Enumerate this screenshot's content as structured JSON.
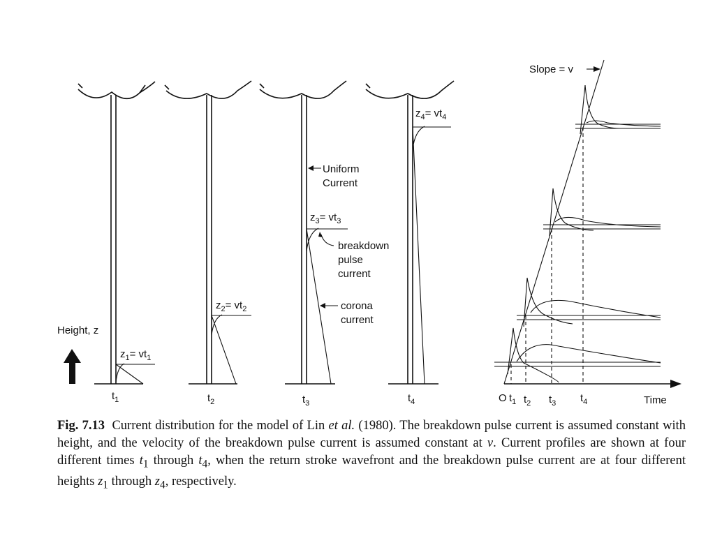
{
  "figure": {
    "panels": [
      {
        "time_label": "t",
        "time_sub": "1",
        "z_label": "z",
        "z_sub": "1",
        "eq": "= vt",
        "eq_sub": "1"
      },
      {
        "time_label": "t",
        "time_sub": "2",
        "z_label": "z",
        "z_sub": "2",
        "eq": "= vt",
        "eq_sub": "2"
      },
      {
        "time_label": "t",
        "time_sub": "3",
        "z_label": "z",
        "z_sub": "3",
        "eq": "= vt",
        "eq_sub": "3"
      },
      {
        "time_label": "t",
        "time_sub": "4",
        "z_label": "z",
        "z_sub": "4",
        "eq": "= vt",
        "eq_sub": "4"
      }
    ],
    "height_label": "Height, z",
    "annotations": {
      "uniform_line1": "Uniform",
      "uniform_line2": "Current",
      "breakdown_line1": "breakdown",
      "breakdown_line2": "pulse",
      "breakdown_line3": "current",
      "corona_line1": "corona",
      "corona_line2": "current"
    },
    "right_plot": {
      "slope_label": "Slope = v",
      "origin_label": "O",
      "time_label": "Time",
      "ticks": [
        {
          "t": "t",
          "sub": "1"
        },
        {
          "t": "t",
          "sub": "2"
        },
        {
          "t": "t",
          "sub": "3"
        },
        {
          "t": "t",
          "sub": "4"
        }
      ]
    }
  },
  "caption": {
    "fig_label": "Fig. 7.13",
    "text_a": "Current distribution for the model of Lin ",
    "et_al": "et al.",
    "text_b": " (1980). The breakdown pulse current is assumed constant with height, and the velocity of the breakdown pulse current is assumed constant at ",
    "v": "v",
    "text_c": ". Current profiles are shown at four different times ",
    "t1": "t",
    "t1_sub": "1",
    "text_d": " through ",
    "t4": "t",
    "t4_sub": "4",
    "text_e": ", when the return stroke wavefront and the breakdown pulse current are at four different heights ",
    "z1": "z",
    "z1_sub": "1",
    "text_f": " through ",
    "z4": "z",
    "z4_sub": "4",
    "text_g": ", respectively."
  }
}
